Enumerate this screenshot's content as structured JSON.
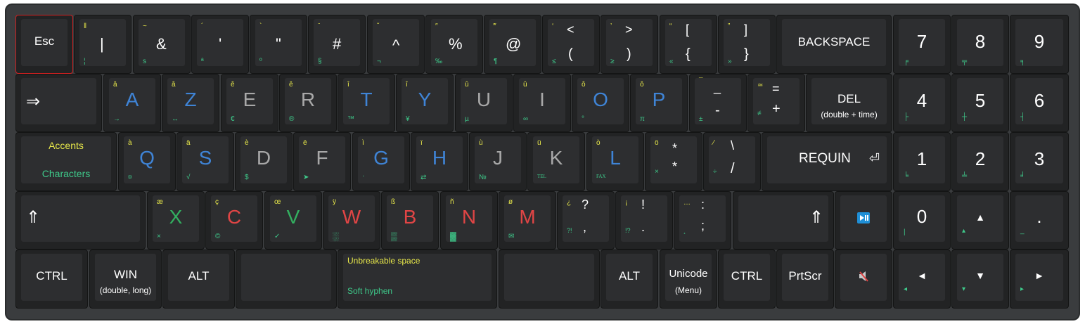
{
  "accent_colors": {
    "vowel": "#3f84d6",
    "consonant": "#a8a8a8",
    "green": "#33b060",
    "red": "#e04545",
    "alt_yellow": "#e8e84a",
    "alt_green": "#3ec98a",
    "esc_border": "#d02020"
  },
  "row1": {
    "esc": "Esc",
    "k1": {
      "tl": "‖",
      "main": "|",
      "bl": "¦"
    },
    "k2": {
      "tl": "~",
      "main": "&",
      "bl": "s"
    },
    "k3": {
      "tl": "´",
      "main": "'",
      "bl": "ª"
    },
    "k4": {
      "tl": "`",
      "main": "\"",
      "bl": "º"
    },
    "k5": {
      "tl": "¨",
      "main": "#",
      "bl": "§"
    },
    "k6": {
      "tl": "ˇ",
      "main": "^",
      "bl": "¬"
    },
    "k7": {
      "tl": "″",
      "main": "%",
      "bl": "‰"
    },
    "k8": {
      "tl": "‴",
      "main": "@",
      "bl": "¶"
    },
    "k9": {
      "tl": "‘",
      "top": "<",
      "bl": "≤",
      "bottom": "("
    },
    "k10": {
      "tl": "’",
      "top": ">",
      "bl": "≥",
      "bottom": ")"
    },
    "k11": {
      "tl": "“",
      "top": "[",
      "bl": "«",
      "bottom": "{"
    },
    "k12": {
      "tl": "”",
      "top": "]",
      "bl": "»",
      "bottom": "}"
    },
    "backspace": "BACKSPACE",
    "n7": {
      "main": "7",
      "bl": "╒"
    },
    "n8": {
      "main": "8",
      "bl": "╤"
    },
    "n9": {
      "main": "9",
      "bl": "╕"
    }
  },
  "row2": {
    "tab": "⇒",
    "a": {
      "tl": "â",
      "main": "A",
      "bl": "→"
    },
    "z": {
      "tl": "â",
      "main": "Z",
      "bl": "↔"
    },
    "e": {
      "tl": "ê",
      "main": "E",
      "bl": "€"
    },
    "r": {
      "tl": "ê",
      "main": "R",
      "bl": "®"
    },
    "t": {
      "tl": "î",
      "main": "T",
      "bl": "™"
    },
    "y": {
      "tl": "î",
      "main": "Y",
      "bl": "¥"
    },
    "u": {
      "tl": "û",
      "main": "U",
      "bl": "µ"
    },
    "i": {
      "tl": "û",
      "main": "I",
      "bl": "∞"
    },
    "o": {
      "tl": "ô",
      "main": "O",
      "bl": "°"
    },
    "p": {
      "tl": "ô",
      "main": "P",
      "bl": "π"
    },
    "minus": {
      "tl": "¯",
      "top": "_",
      "bl": "±",
      "bottom": "-"
    },
    "equal": {
      "tl": "≃",
      "top": "=",
      "bl": "≠",
      "bottom": "+"
    },
    "del": "DEL",
    "del_sub": "(double + time)",
    "n4": {
      "main": "4",
      "bl": "├"
    },
    "n5": {
      "main": "5",
      "bl": "┼"
    },
    "n6": {
      "main": "6",
      "bl": "┤"
    }
  },
  "row3": {
    "accents": "Accents",
    "characters": "Characters",
    "q": {
      "tl": "à",
      "main": "Q",
      "bl": "¤"
    },
    "s": {
      "tl": "ä",
      "main": "S",
      "bl": "√"
    },
    "d": {
      "tl": "è",
      "main": "D",
      "bl": "$"
    },
    "f": {
      "tl": "ë",
      "main": "F",
      "bl": "➤"
    },
    "g": {
      "tl": "ì",
      "main": "G",
      "bl": "·"
    },
    "h": {
      "tl": "ï",
      "main": "H",
      "bl": "⇄"
    },
    "j": {
      "tl": "ù",
      "main": "J",
      "bl": "№"
    },
    "k": {
      "tl": "ü",
      "main": "K",
      "bl": "TEL"
    },
    "l": {
      "tl": "ò",
      "main": "L",
      "bl": "FAX"
    },
    "star": {
      "tl": "ö",
      "top": "*",
      "bl": "×",
      "bottom": "*"
    },
    "slash": {
      "tl": "⁄",
      "top": "\\",
      "bl": "÷",
      "bottom": "/"
    },
    "enter": "REQUIN",
    "enter_icon": "⏎",
    "n1": {
      "main": "1",
      "bl": "╘"
    },
    "n2": {
      "main": "2",
      "bl": "╧"
    },
    "n3": {
      "main": "3",
      "bl": "╛"
    }
  },
  "row4": {
    "shift_l": "⇑",
    "x": {
      "tl": "æ",
      "main": "X",
      "bl": "×"
    },
    "c": {
      "tl": "ç",
      "main": "C",
      "bl": "©"
    },
    "v": {
      "tl": "œ",
      "main": "V",
      "bl": "✓"
    },
    "w": {
      "tl": "ÿ",
      "main": "W",
      "bl": "░"
    },
    "b": {
      "tl": "ß",
      "main": "B",
      "bl": "▒"
    },
    "n": {
      "tl": "ñ",
      "main": "N",
      "bl": "▓"
    },
    "m": {
      "tl": "ø",
      "main": "M",
      "bl": "✉"
    },
    "question": {
      "tl": "¿",
      "top": "?",
      "bl": "?!",
      "bottom": ","
    },
    "excl": {
      "tl": "¡",
      "top": "!",
      "bl": "!?",
      "bottom": "."
    },
    "colon": {
      "tl": "…",
      "top": ":",
      "bl": "¸",
      "bottom": ";"
    },
    "shift_r": "⇑",
    "n0": {
      "main": "0",
      "bl": "|"
    },
    "up": {
      "main": "▲",
      "bl": "▴"
    },
    "dot": {
      "main": ".",
      "bl": "_"
    }
  },
  "row5": {
    "ctrl_l": "CTRL",
    "win": "WIN",
    "win_sub": "(double, long)",
    "alt_l": "ALT",
    "space_top": "Unbreakable space",
    "space_bottom": "Soft hyphen",
    "alt_r": "ALT",
    "unicode": "Unicode",
    "unicode_sub": "(Menu)",
    "ctrl_r": "CTRL",
    "prtscr": "PrtScr",
    "left": {
      "main": "◄",
      "bl": "◂"
    },
    "down": {
      "main": "▼",
      "bl": "▾"
    },
    "right": {
      "main": "►",
      "bl": "▸"
    }
  }
}
